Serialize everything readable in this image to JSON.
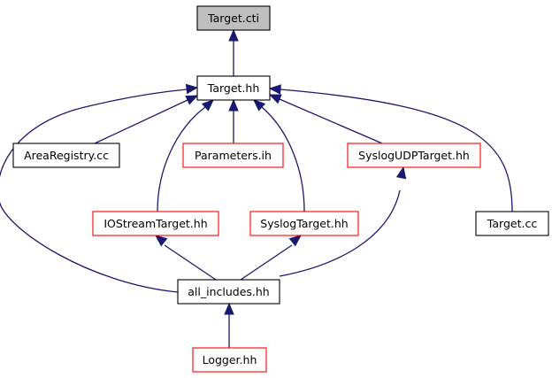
{
  "diagram": {
    "nodes": [
      {
        "id": "target_cti",
        "label": "Target.cti",
        "border": "#000000",
        "fill": "#bfbfbf"
      },
      {
        "id": "target_hh",
        "label": "Target.hh",
        "border": "#000000",
        "fill": "#ffffff"
      },
      {
        "id": "arearegistry_cc",
        "label": "AreaRegistry.cc",
        "border": "#000000",
        "fill": "#ffffff"
      },
      {
        "id": "parameters_ih",
        "label": "Parameters.ih",
        "border": "#ff0000",
        "fill": "#ffffff"
      },
      {
        "id": "syslogudptarget_hh",
        "label": "SyslogUDPTarget.hh",
        "border": "#ff0000",
        "fill": "#ffffff"
      },
      {
        "id": "iostreamtarget_hh",
        "label": "IOStreamTarget.hh",
        "border": "#ff0000",
        "fill": "#ffffff"
      },
      {
        "id": "syslogtarget_hh",
        "label": "SyslogTarget.hh",
        "border": "#ff0000",
        "fill": "#ffffff"
      },
      {
        "id": "target_cc",
        "label": "Target.cc",
        "border": "#000000",
        "fill": "#ffffff"
      },
      {
        "id": "all_includes_hh",
        "label": "all_includes.hh",
        "border": "#000000",
        "fill": "#ffffff"
      },
      {
        "id": "logger_hh",
        "label": "Logger.hh",
        "border": "#ff0000",
        "fill": "#ffffff"
      }
    ],
    "edges": [
      {
        "from": "target_hh",
        "to": "target_cti"
      },
      {
        "from": "arearegistry_cc",
        "to": "target_hh"
      },
      {
        "from": "parameters_ih",
        "to": "target_hh"
      },
      {
        "from": "syslogudptarget_hh",
        "to": "target_hh"
      },
      {
        "from": "iostreamtarget_hh",
        "to": "target_hh"
      },
      {
        "from": "syslogtarget_hh",
        "to": "target_hh"
      },
      {
        "from": "target_cc",
        "to": "target_hh"
      },
      {
        "from": "all_includes_hh",
        "to": "target_hh"
      },
      {
        "from": "all_includes_hh",
        "to": "iostreamtarget_hh"
      },
      {
        "from": "all_includes_hh",
        "to": "syslogtarget_hh"
      },
      {
        "from": "all_includes_hh",
        "to": "syslogudptarget_hh"
      },
      {
        "from": "logger_hh",
        "to": "all_includes_hh"
      }
    ],
    "edge_color": "#191970"
  }
}
